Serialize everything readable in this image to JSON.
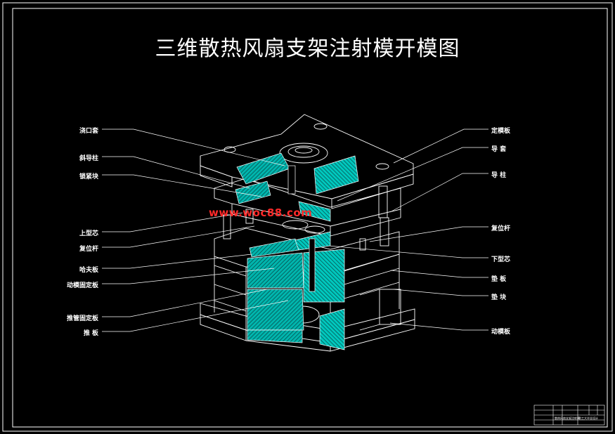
{
  "drawing": {
    "title": "三维散热风扇支架注射模开模图",
    "watermark": "www.woc88.com",
    "colors": {
      "background": "#000000",
      "lines": "#ffffff",
      "section": "#00d2c8",
      "watermark": "#ff2a2a"
    }
  },
  "labels_left": [
    "浇口套",
    "斜导柱",
    "锁紧块",
    "上型芯",
    "复位杆",
    "哈夫板",
    "动模固定板",
    "推管固定板",
    "推 板"
  ],
  "labels_right": [
    "定模板",
    "导 套",
    "导 柱",
    "复位杆",
    "下型芯",
    "垫 板",
    "垫 块",
    "动模板"
  ],
  "title_block": {
    "name": "散热风扇支架注射模",
    "school": "哈工大毕业设计"
  }
}
